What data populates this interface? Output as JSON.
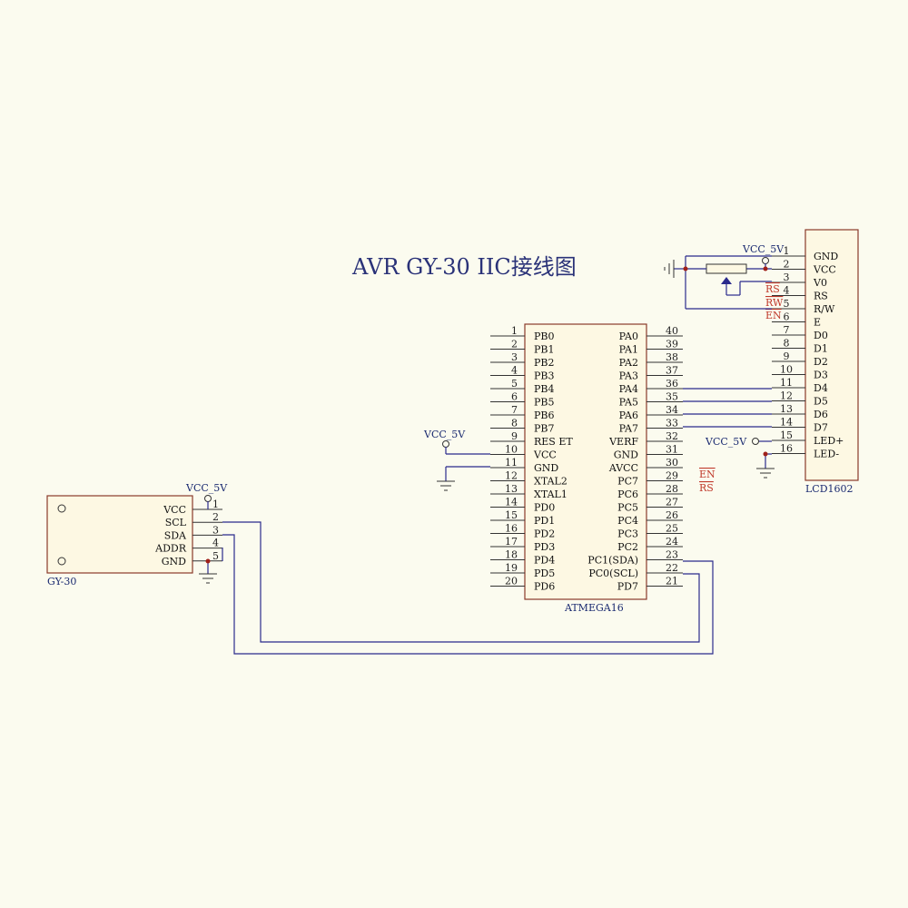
{
  "title": "AVR GY-30  IIC接线图",
  "mcu": {
    "name": "ATMEGA16",
    "left_pins": [
      {
        "num": "1",
        "label": "PB0"
      },
      {
        "num": "2",
        "label": "PB1"
      },
      {
        "num": "3",
        "label": "PB2"
      },
      {
        "num": "4",
        "label": "PB3"
      },
      {
        "num": "5",
        "label": "PB4"
      },
      {
        "num": "6",
        "label": "PB5"
      },
      {
        "num": "7",
        "label": "PB6"
      },
      {
        "num": "8",
        "label": "PB7"
      },
      {
        "num": "9",
        "label": "RES ET"
      },
      {
        "num": "10",
        "label": "VCC"
      },
      {
        "num": "11",
        "label": "GND"
      },
      {
        "num": "12",
        "label": "XTAL2"
      },
      {
        "num": "13",
        "label": "XTAL1"
      },
      {
        "num": "14",
        "label": "PD0"
      },
      {
        "num": "15",
        "label": "PD1"
      },
      {
        "num": "16",
        "label": "PD2"
      },
      {
        "num": "17",
        "label": "PD3"
      },
      {
        "num": "18",
        "label": "PD4"
      },
      {
        "num": "19",
        "label": "PD5"
      },
      {
        "num": "20",
        "label": "PD6"
      }
    ],
    "right_pins": [
      {
        "num": "40",
        "label": "PA0"
      },
      {
        "num": "39",
        "label": "PA1"
      },
      {
        "num": "38",
        "label": "PA2"
      },
      {
        "num": "37",
        "label": "PA3"
      },
      {
        "num": "36",
        "label": "PA4"
      },
      {
        "num": "35",
        "label": "PA5"
      },
      {
        "num": "34",
        "label": "PA6"
      },
      {
        "num": "33",
        "label": "PA7"
      },
      {
        "num": "32",
        "label": "VERF"
      },
      {
        "num": "31",
        "label": "GND"
      },
      {
        "num": "30",
        "label": "AVCC"
      },
      {
        "num": "29",
        "label": "PC7"
      },
      {
        "num": "28",
        "label": "PC6"
      },
      {
        "num": "27",
        "label": "PC5"
      },
      {
        "num": "26",
        "label": "PC4"
      },
      {
        "num": "25",
        "label": "PC3"
      },
      {
        "num": "24",
        "label": "PC2"
      },
      {
        "num": "23",
        "label": "PC1(SDA)"
      },
      {
        "num": "22",
        "label": "PC0(SCL)"
      },
      {
        "num": "21",
        "label": "PD7"
      }
    ],
    "net_labels": {
      "pc7": "EN",
      "pc6": "RS"
    },
    "vcc_label": "VCC_5V"
  },
  "lcd": {
    "name": "LCD1602",
    "pins": [
      {
        "num": "1",
        "label": "GND"
      },
      {
        "num": "2",
        "label": "VCC"
      },
      {
        "num": "3",
        "label": "V0"
      },
      {
        "num": "4",
        "label": "RS"
      },
      {
        "num": "5",
        "label": "R/W"
      },
      {
        "num": "6",
        "label": "E"
      },
      {
        "num": "7",
        "label": "D0"
      },
      {
        "num": "8",
        "label": "D1"
      },
      {
        "num": "9",
        "label": "D2"
      },
      {
        "num": "10",
        "label": "D3"
      },
      {
        "num": "11",
        "label": "D4"
      },
      {
        "num": "12",
        "label": "D5"
      },
      {
        "num": "13",
        "label": "D6"
      },
      {
        "num": "14",
        "label": "D7"
      },
      {
        "num": "15",
        "label": "LED+"
      },
      {
        "num": "16",
        "label": "LED-"
      }
    ],
    "net_labels": {
      "rs": "RS",
      "rw": "RW",
      "en": "EN"
    },
    "vcc_label_top": "VCC_5V",
    "vcc_label_led": "VCC_5V"
  },
  "gy30": {
    "name": "GY-30",
    "pins": [
      {
        "num": "1",
        "label": "VCC"
      },
      {
        "num": "2",
        "label": "SCL"
      },
      {
        "num": "3",
        "label": "SDA"
      },
      {
        "num": "4",
        "label": "ADDR"
      },
      {
        "num": "5",
        "label": "GND"
      }
    ],
    "vcc_label": "VCC_5V"
  }
}
